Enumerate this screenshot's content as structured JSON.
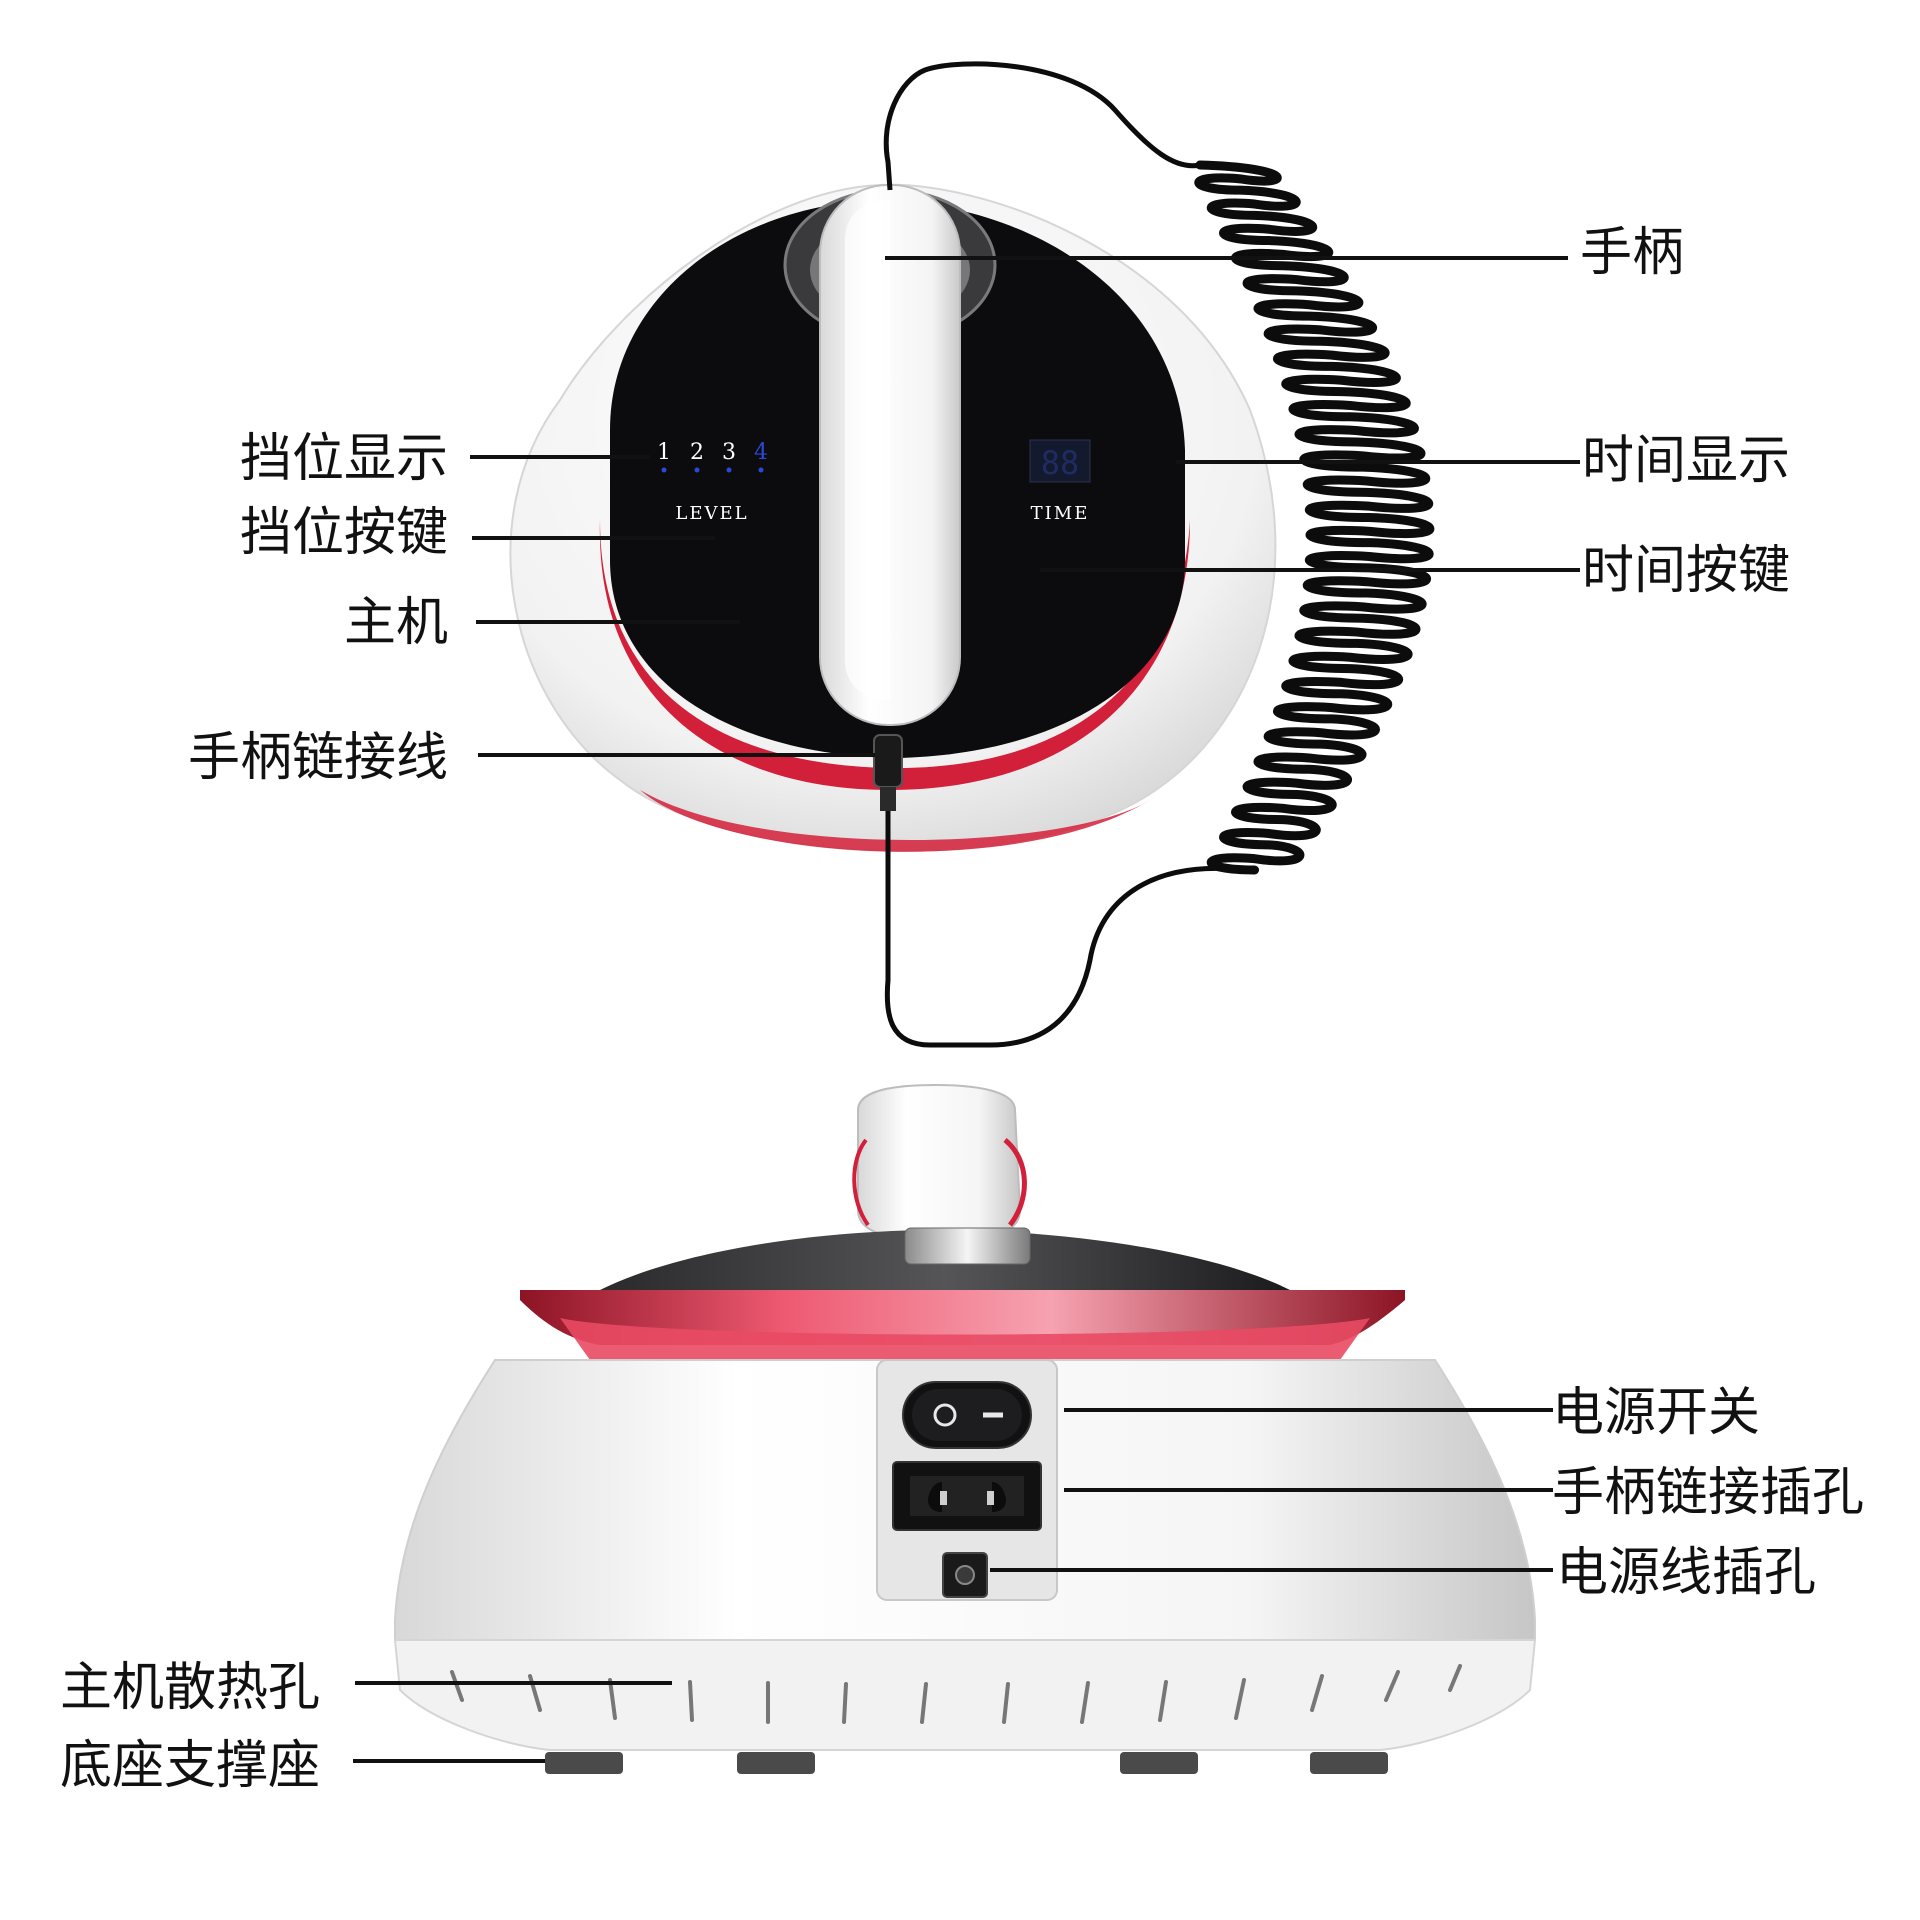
{
  "top_view": {
    "level_numbers": [
      "1",
      "2",
      "3",
      "4"
    ],
    "level_label": "LEVEL",
    "time_label": "TIME",
    "time_display": "88"
  },
  "callouts_top": {
    "handle": "手柄",
    "level_display": "挡位显示",
    "level_button": "挡位按键",
    "main_unit": "主机",
    "handle_cable": "手柄链接线",
    "time_display": "时间显示",
    "time_button": "时间按键"
  },
  "callouts_bottom": {
    "power_switch": "电源开关",
    "handle_socket": "手柄链接插孔",
    "power_cord_socket": "电源线插孔",
    "vent_holes": "主机散热孔",
    "base_feet": "底座支撑座"
  },
  "colors": {
    "accent_red": "#d3203a",
    "panel_black": "#0c0c0e",
    "body_white": "#f7f7f7",
    "indicator_blue": "#2a49d8"
  }
}
